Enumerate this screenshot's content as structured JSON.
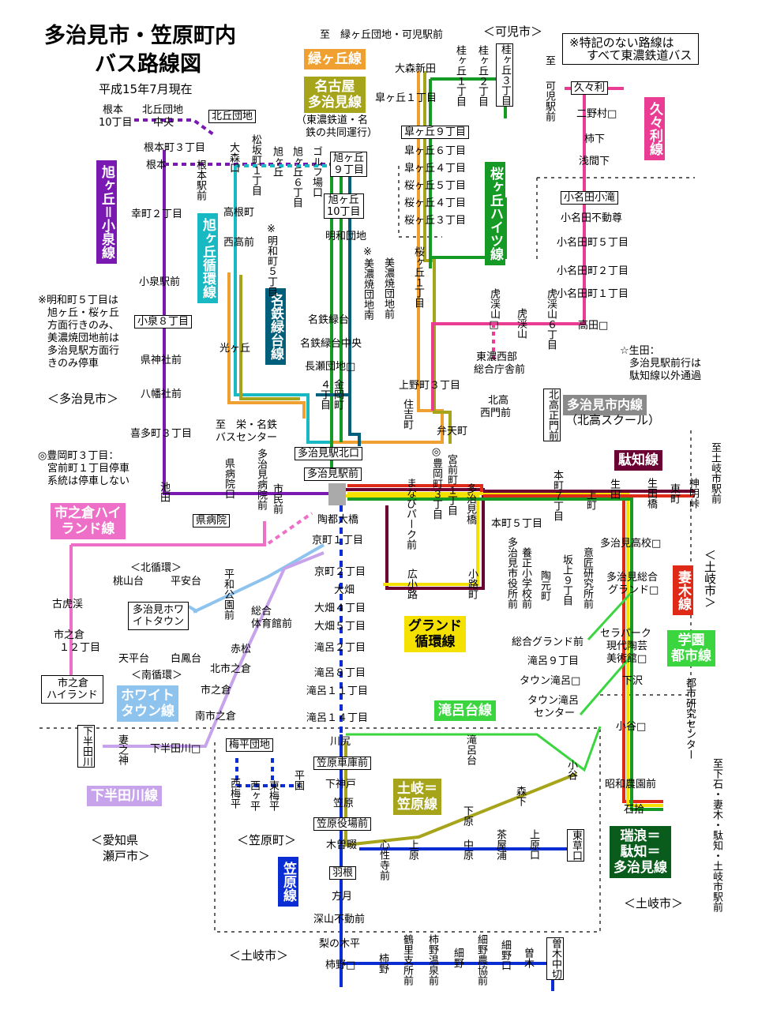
{
  "title": {
    "line1": "多治見市・笠原町内",
    "line2": "バス路線図",
    "date": "平成15年7月現在"
  },
  "legend_note": {
    "line1": "※特記のない路線は",
    "line2": "すべて東濃鉄道バス"
  },
  "notes": {
    "meiwacho": [
      "※明和町５丁目は",
      "旭ヶ丘・桜ヶ丘",
      "方面行きのみ、",
      "美濃焼団地前は",
      "多治見駅方面行",
      "きのみ停車"
    ],
    "toyooka": [
      "◎豊岡町３丁目：",
      "宮前町１丁目停車",
      "系統は停車しない"
    ],
    "ikuta": [
      "☆生田：",
      "多治見駅前行は",
      "駄知線以外通過"
    ]
  },
  "regions": {
    "tajimi": "＜多治見市＞",
    "kani": "＜可児市＞",
    "toki_right": "＜土岐市＞",
    "aichi_1": "＜愛知県",
    "aichi_2": "瀬戸市＞",
    "kasahara": "＜笠原町＞",
    "toki_bottom_mid": "＜土岐市＞",
    "toki_bottom_left": "＜土岐市＞"
  },
  "route_colors": {
    "asahigaoka_koizumi": "#7a18b2",
    "asahigaoka_loop": "#19b9c4",
    "meitetsu_midoridai": "#005f7a",
    "sakuragaoka": "#159b25",
    "kukuri": "#ea3c93",
    "ichinokura": "#ee6fc8",
    "grand_loop": "#f4e100",
    "dachi": "#6b0033",
    "tsumagi": "#df2a18",
    "gakuen": "#3ad43e",
    "white_town": "#8ec3ee",
    "shimohandagawa": "#c7a3ec",
    "takiro": "#3bd63f",
    "toki_kasahara": "#a6a41a",
    "kasahara": "#0a2ed4",
    "mizunami": "#0a5c1c",
    "midorigaoka": "#f0a030",
    "nagoya": "#a6a41a"
  },
  "captions": {
    "midorigaoka": "緑ヶ丘線",
    "nagoya_1": "名古屋",
    "nagoya_2": "多治見線",
    "nagoya_note_1": "（東濃鉄道・名",
    "nagoya_note_2": "鉄の共同運行）",
    "asahigaoka_koizumi": "旭ヶ丘＝小泉線",
    "asahigaoka_loop": "旭ヶ丘循環線",
    "meitetsu_midoridai": "名鉄緑台線",
    "sakuragaoka_heights": "桜ヶ丘ハイツ線",
    "kukuri": "久々利線",
    "tajimi_city_1": "多治見市内線",
    "tajimi_city_2": "（北高スクール）",
    "dachi": "駄知線",
    "tsumagi": "妻木線",
    "gakuen_1": "学園",
    "gakuen_2": "都市線",
    "ichinokura_1": "市之倉ハイ",
    "ichinokura_2": "ランド線",
    "grand_1": "グランド",
    "grand_2": "循環線",
    "white_town_1": "ホワイト",
    "white_town_2": "タウン線",
    "takiro": "滝呂台線",
    "toki_kasahara_1": "土岐＝",
    "toki_kasahara_2": "笠原線",
    "shimohandagawa": "下半田川線",
    "kasahara": "笠原線",
    "mizunami_1": "瑞浪＝",
    "mizunami_2": "駄知＝",
    "mizunami_3": "多治見線"
  },
  "stops_h": {
    "itaru_midorigaoka": "至　緑ヶ丘団地・可児駅前",
    "omori_shinden": "大森新田",
    "gaoka1": "皐ヶ丘１丁目",
    "nemoto10": "根本",
    "nemoto10b": "10丁目",
    "kitaoka_center_1": "北丘団地",
    "kitaoka_center_2": "中央",
    "kitaoka": "北丘団地",
    "nemoto3": "根本町３丁目",
    "nemoto": "根本",
    "saiwai2": "幸町２丁目",
    "koizumi": "小泉駅前",
    "koizumi8": "小泉８丁目",
    "kenjinja": "県神社前",
    "hachiman": "八幡社前",
    "kitamachi3": "喜多町３丁目",
    "takane": "高根町",
    "nishitakamae": "西高前",
    "hikarigaoka": "光ヶ丘",
    "sakae_1": "至　栄・名鉄",
    "sakae_2": "バスセンター",
    "meitetsu_ryokudai": "名鉄緑台",
    "meitetsu_center": "名鉄緑台中央",
    "nagase": "長瀬団地□",
    "meiwa": "明和団地",
    "gaoka9": "皐ヶ丘９丁目",
    "gaoka6": "皐ヶ丘６丁目",
    "gaoka4": "皐ヶ丘４丁目",
    "sakura5": "桜ヶ丘５丁目",
    "sakura4": "桜ヶ丘４丁目",
    "sakura3": "桜ヶ丘３丁目",
    "asahi9_1": "旭ヶ丘",
    "asahi9_2": "９丁目",
    "asahi10_1": "旭ヶ丘",
    "asahi10_2": "10丁目",
    "kukuri": "久々利",
    "nimura": "二野村□",
    "kakishita": "柿下",
    "asamashita": "浅間下",
    "konada_otaki": "小名田小滝",
    "konada_fudoson": "小名田不動尊",
    "konada5": "小名田町５丁目",
    "konada2": "小名田町２丁目",
    "konada1": "小名田町１丁目",
    "takata": "高田□",
    "uenomachi3": "上野町３丁目",
    "tono_sogo_1": "東濃西部",
    "tono_sogo_2": "総合庁舎前",
    "kitakoseimon_1": "北高",
    "kitakoseimon_2": "西門前",
    "bentencho": "弁天町",
    "tajimi_kitaguchi": "多治見駅北口",
    "tajimi_ekimae": "多治見駅前",
    "todo_ohashi": "陶都大橋",
    "kyomachi1": "京町１丁目",
    "kyomachi2": "京町２丁目",
    "ohata": "大畑",
    "ohata4": "大畑４丁目",
    "ohata5": "大畑５丁目",
    "takiro2": "滝呂２丁目",
    "takiro8": "滝呂８丁目",
    "takiro11": "滝呂１１丁目",
    "takiro14": "滝呂１４丁目",
    "kawajiri": "川尻",
    "kasahara_shako": "笠原車庫前",
    "shimokando": "下神戸",
    "kasahara": "笠原",
    "yakuba": "笠原役場前",
    "kisorei": "木曽畷",
    "hane": "羽根",
    "hogetsu": "方月",
    "fukayama": "深山不動前",
    "nashinokihira": "梨の木平",
    "kakinoo": "柿野□",
    "umehira": "梅平団地",
    "shimohandagawa": "下半田川□",
    "kitanokan": "＜北循環＞",
    "momoyama": "桃山台",
    "heiandai": "平安台",
    "wt_1": "多治見ホワ",
    "wt_2": "イトタウン",
    "tenpei": "天平台",
    "hakuho": "白鳳台",
    "minaminokan": "＜南循環＞",
    "furukotake": "古虎渓",
    "ichinokura12_1": "市之倉",
    "ichinokura12_2": "１２丁目",
    "ichinokura_hl_1": "市之倉",
    "ichinokura_hl_2": "ハイランド",
    "akamatsu": "赤松",
    "kitaichi": "北市之倉",
    "ichinokura": "市之倉",
    "minamiichi": "南市之倉",
    "sogo_taiiku_1": "総合",
    "sogo_taiiku_2": "体育館前",
    "kenbyoin": "県病院",
    "tajimi_koko": "多治見高校□",
    "sogo_grand_1": "多治見総合",
    "sogo_grand_2": "グランド□",
    "sogo_grand_mae": "総合グランド前",
    "ceramic_1": "セラパーク",
    "ceramic_2": "現代陶芸",
    "ceramic_3": "美術館□",
    "takiro9": "滝呂９丁目",
    "town_takiro": "タウン滝呂□",
    "town_center_1": "タウン滝呂",
    "town_center_2": "センター",
    "shimozawa": "下沢",
    "oya": "小谷□",
    "showa": "昭和農園前",
    "ishiju": "石拾",
    "honmachi5": "本町５丁目",
    "ikuta": "☆生田"
  },
  "stops_v": {
    "katsura3": "桂ヶ丘３丁目",
    "katsura2": "桂ヶ丘２丁目",
    "katsura1": "桂ヶ丘１丁目",
    "itaru_kani": "至",
    "kani_eki": "可児駅前",
    "nemoto_eki": "根本駅前",
    "omori": "大森口",
    "matsusaka": "松坂町１丁目",
    "asahigaoka": "旭ヶ丘",
    "asahi6": "旭ヶ丘６丁目",
    "golf": "ゴルフ場口",
    "meiwa5": "※明和町５丁目",
    "minoyaki_1": "※美濃焼団地南",
    "minoyaki_2": "美濃焼団地前",
    "sakura1": "桜ヶ丘１丁目",
    "koshin": "虎渓山□",
    "koukei": "虎渓山",
    "koukei6": "虎渓山６丁目",
    "kitakoseimon": "北高正門前",
    "kanaoka": "金岡町",
    "yon": "４丁目",
    "sumiyoshi": "住吉町",
    "manabi": "まなびパーク前",
    "toyooka": "◎豊岡町３丁目",
    "miyamae": "宮前町１丁目",
    "tajimi_hashi": "多治見橋",
    "honmachi7": "本町７丁目",
    "kamimachi": "上町",
    "ikuta_v": "生田",
    "ikuta_hashi": "生田橋",
    "higashimachi": "東町",
    "kamiaki": "神明峠",
    "itaru_toki": "至土岐市駅前",
    "kenbyoin": "県病院口",
    "byoin_mae": "多治見病院前",
    "shimin": "市民前",
    "ikeda": "池田",
    "heiwa": "平和公園前",
    "hiroshi": "広小路",
    "koji": "小路町",
    "kotoku": "坂上９丁目",
    "shiyakusho": "多治見市役所前",
    "yosei": "養正小学校前",
    "toen": "陶元町",
    "isho": "意匠研究所前",
    "tsumagi_v": "妻木線",
    "toshi_center": "都市研究センター",
    "itaru_dachi": "至下石・妻木・駄知・土岐市駅前",
    "kitaomaki": "下半田川",
    "tsumanokami": "妻之神",
    "nishiumehira": "西梅平",
    "nishigaoka": "西ヶ平",
    "higashiumehira": "東梅平",
    "hirazono": "平園",
    "shinsei": "心性寺前",
    "uehara": "上原",
    "shimohara": "下原",
    "nakahara": "中原",
    "chaya": "茶屋浦",
    "kamiharaguchi": "上原口",
    "higashikusa": "東草口",
    "tsurusato": "鶴里支所前",
    "kakinoonsen": "柿野温泉前",
    "hosono": "細野",
    "hosonono": "細野農協前",
    "hosono_guchi": "細野口",
    "sone": "曽木",
    "sone_naka": "曽木中切",
    "kakino": "柿野",
    "oya_v": "小谷",
    "mori": "森下",
    "takiro_dai": "滝呂台"
  }
}
